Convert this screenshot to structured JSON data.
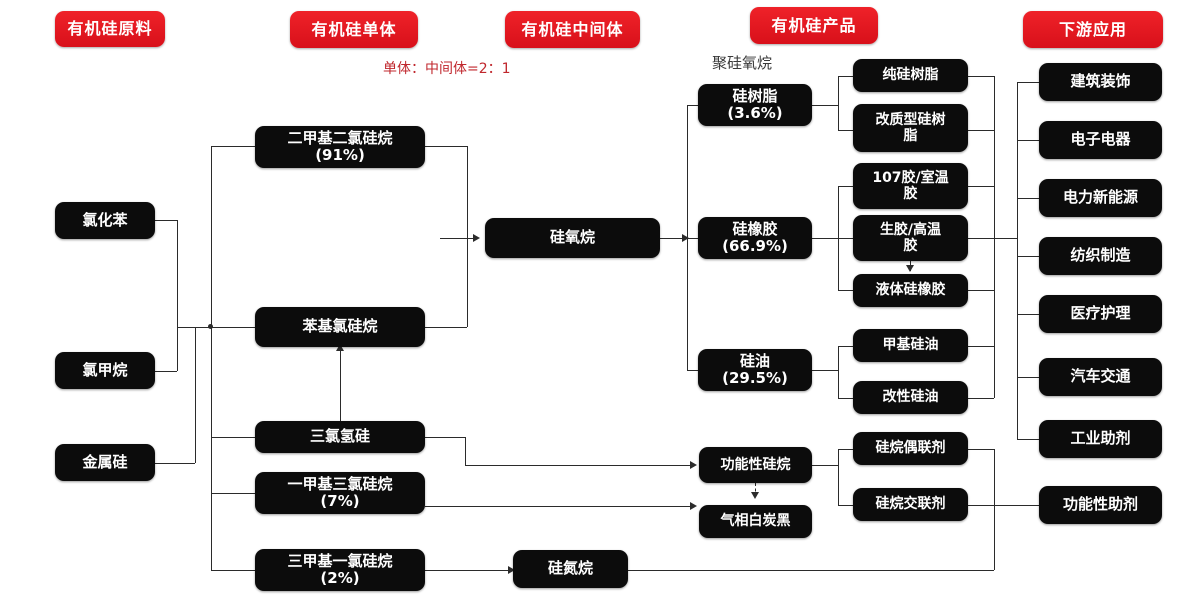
{
  "diagram": {
    "title_note": "单体：中间体=2：1",
    "polysiloxane_caption": "聚硅氧烷",
    "accent_color": "#e8161d",
    "node_color": "#0c0c0c",
    "line_color": "#2b2b2b"
  },
  "headers": [
    {
      "id": "raw",
      "label": "有机硅原料"
    },
    {
      "id": "monomer",
      "label": "有机硅单体"
    },
    {
      "id": "intermediate",
      "label": "有机硅中间体"
    },
    {
      "id": "product",
      "label": "有机硅产品"
    },
    {
      "id": "downstream",
      "label": "下游应用"
    }
  ],
  "raw_materials": [
    {
      "id": "chlorobenzene",
      "label": "氯化苯"
    },
    {
      "id": "chloromethane",
      "label": "氯甲烷"
    },
    {
      "id": "metal-silicon",
      "label": "金属硅"
    }
  ],
  "monomers": [
    {
      "id": "dimethyldichlorosilane",
      "label": "二甲基二氯硅烷",
      "pct": "(91%)"
    },
    {
      "id": "phenylchlorosilane",
      "label": "苯基氯硅烷",
      "pct": ""
    },
    {
      "id": "trichlorosilane",
      "label": "三氯氢硅",
      "pct": ""
    },
    {
      "id": "monomethyltrichlorosilane",
      "label": "一甲基三氯硅烷",
      "pct": "(7%)"
    },
    {
      "id": "trimethylchlorosilane",
      "label": "三甲基一氯硅烷",
      "pct": "(2%)"
    }
  ],
  "intermediates": [
    {
      "id": "siloxane",
      "label": "硅氧烷"
    },
    {
      "id": "functional-silane",
      "label": "功能性硅烷"
    },
    {
      "id": "fumed-silica",
      "label": "气相白炭黑"
    },
    {
      "id": "silazane",
      "label": "硅氮烷"
    }
  ],
  "products": [
    {
      "id": "silicone-resin",
      "label": "硅树脂",
      "pct": "(3.6%)"
    },
    {
      "id": "silicone-rubber",
      "label": "硅橡胶",
      "pct": "(66.9%)"
    },
    {
      "id": "silicone-oil",
      "label": "硅油",
      "pct": "(29.5%)"
    }
  ],
  "subproducts": [
    {
      "id": "pure-silicone-resin",
      "label": "纯硅树脂",
      "l2": ""
    },
    {
      "id": "modified-silicone-resin",
      "label": "改质型硅树",
      "l2": "脂"
    },
    {
      "id": "rtv-107",
      "label": "107胶/室温",
      "l2": "胶"
    },
    {
      "id": "htv-raw-rubber",
      "label": "生胶/高温",
      "l2": "胶"
    },
    {
      "id": "liquid-silicone-rubber",
      "label": "液体硅橡胶",
      "l2": ""
    },
    {
      "id": "methyl-silicone-oil",
      "label": "甲基硅油",
      "l2": ""
    },
    {
      "id": "modified-silicone-oil",
      "label": "改性硅油",
      "l2": ""
    },
    {
      "id": "silane-coupling-agent",
      "label": "硅烷偶联剂",
      "l2": ""
    },
    {
      "id": "silane-crosslinker",
      "label": "硅烷交联剂",
      "l2": ""
    }
  ],
  "downstream": [
    {
      "id": "architectural-decoration",
      "label": "建筑装饰"
    },
    {
      "id": "electronics",
      "label": "电子电器"
    },
    {
      "id": "power-new-energy",
      "label": "电力新能源"
    },
    {
      "id": "textile-manufacturing",
      "label": "纺织制造"
    },
    {
      "id": "medical-care",
      "label": "医疗护理"
    },
    {
      "id": "automotive-transport",
      "label": "汽车交通"
    },
    {
      "id": "industrial-additives",
      "label": "工业助剂"
    },
    {
      "id": "functional-additives",
      "label": "功能性助剂"
    }
  ]
}
